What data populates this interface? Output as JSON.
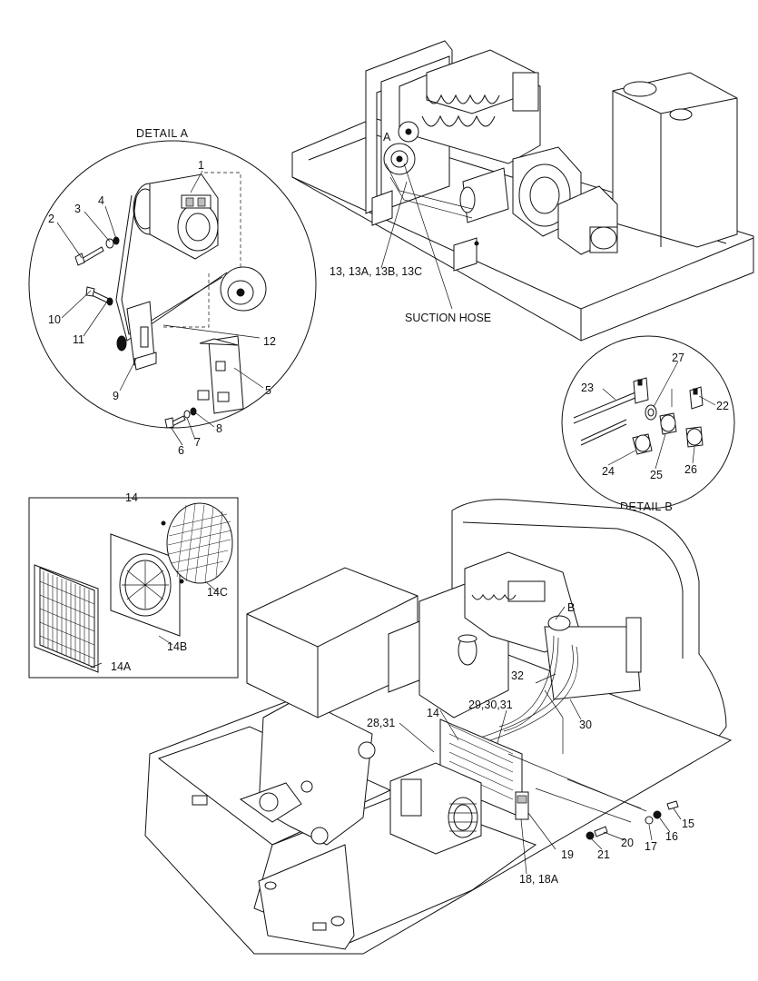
{
  "details": {
    "a_title": "DETAIL  A",
    "b_title": "DETAIL  B",
    "detail_a_marker": "A",
    "detail_b_marker": "B"
  },
  "callouts": {
    "suction_hose": "SUCTION HOSE",
    "hose_13": "13, 13A, 13B, 13C",
    "p1": "1",
    "p2": "2",
    "p3": "3",
    "p4": "4",
    "p5": "5",
    "p6": "6",
    "p7": "7",
    "p8": "8",
    "p9": "9",
    "p10": "10",
    "p11": "11",
    "p12": "12",
    "p14": "14",
    "p14a": "14A",
    "p14b": "14B",
    "p14c": "14C",
    "p14_main": "14",
    "p15": "15",
    "p16": "16",
    "p17": "17",
    "p18": "18, 18A",
    "p19": "19",
    "p20": "20",
    "p21": "21",
    "p22": "22",
    "p23": "23",
    "p24": "24",
    "p25": "25",
    "p26": "26",
    "p27": "27",
    "p28": "28,31",
    "p29": "29,30,31",
    "p30": "30",
    "p32": "32"
  }
}
